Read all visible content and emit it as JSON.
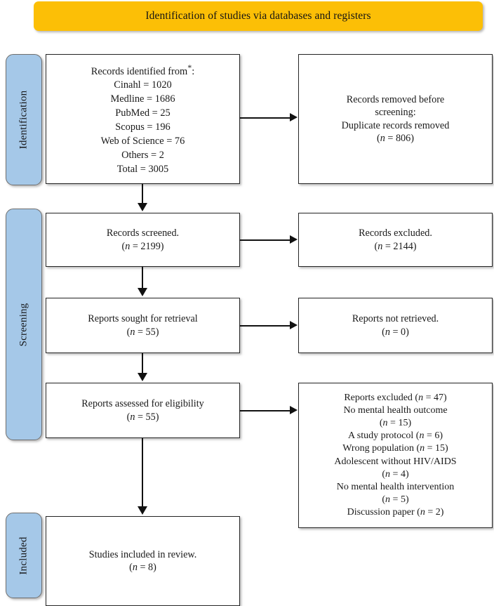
{
  "banner": {
    "title": "Identification of studies via databases and registers",
    "color": "#fcbf06"
  },
  "stages": {
    "identification": "Identification",
    "screening": "Screening",
    "included": "Included",
    "color": "#a5c8e8"
  },
  "boxes": {
    "identified": {
      "name": "records-identified",
      "lines": [
        {
          "text": "Records identified from",
          "sup": "*",
          "tail": ":"
        },
        {
          "text": "Cinahl = 1020"
        },
        {
          "text": "Medline = 1686"
        },
        {
          "text": "PubMed = 25"
        },
        {
          "text": "Scopus = 196"
        },
        {
          "text": "Web of Science = 76"
        },
        {
          "text": "Others = 2"
        },
        {
          "text": "Total = 3005"
        }
      ]
    },
    "removed": {
      "name": "records-removed",
      "lines": [
        {
          "text": "Records removed before"
        },
        {
          "text": "screening:"
        },
        {
          "text": "Duplicate records removed"
        },
        {
          "pre": "(",
          "italic": "n",
          "post": " = 806)"
        }
      ]
    },
    "screened": {
      "name": "records-screened",
      "lines": [
        {
          "text": "Records screened."
        },
        {
          "pre": "(",
          "italic": "n",
          "post": " = 2199)"
        }
      ]
    },
    "excluded": {
      "name": "records-excluded",
      "lines": [
        {
          "text": "Records excluded."
        },
        {
          "pre": "(",
          "italic": "n",
          "post": " = 2144)"
        }
      ]
    },
    "sought": {
      "name": "reports-sought",
      "lines": [
        {
          "text": "Reports sought for retrieval"
        },
        {
          "pre": "(",
          "italic": "n",
          "post": " = 55)"
        }
      ]
    },
    "notretrieved": {
      "name": "reports-not-retrieved",
      "lines": [
        {
          "text": "Reports not retrieved."
        },
        {
          "pre": "(",
          "italic": "n",
          "post": " = 0)"
        }
      ]
    },
    "assessed": {
      "name": "reports-assessed",
      "lines": [
        {
          "text": "Reports assessed for eligibility"
        },
        {
          "pre": "(",
          "italic": "n",
          "post": " = 55)"
        }
      ]
    },
    "reportsexcluded": {
      "name": "reports-excluded-reasons",
      "lines": [
        {
          "pre": "Reports excluded (",
          "italic": "n",
          "post": " = 47)"
        },
        {
          "text": "No mental health outcome"
        },
        {
          "pre": "(",
          "italic": "n",
          "post": " = 15)"
        },
        {
          "pre": "A study protocol (",
          "italic": "n",
          "post": " = 6)"
        },
        {
          "pre": "Wrong population (",
          "italic": "n",
          "post": " = 15)"
        },
        {
          "text": "Adolescent without HIV/AIDS"
        },
        {
          "pre": "(",
          "italic": "n",
          "post": " = 4)"
        },
        {
          "text": "No mental health intervention"
        },
        {
          "pre": "(",
          "italic": "n",
          "post": " = 5)"
        },
        {
          "pre": "Discussion paper (",
          "italic": "n",
          "post": " = 2)"
        }
      ]
    },
    "included": {
      "name": "studies-included",
      "lines": [
        {
          "text": "Studies included in review."
        },
        {
          "pre": "(",
          "italic": "n",
          "post": " = 8)"
        }
      ]
    }
  },
  "chart_data": {
    "type": "diagram",
    "diagram_type": "PRISMA flow diagram",
    "title": "Identification of studies via databases and registers",
    "stages": [
      "Identification",
      "Screening",
      "Included"
    ],
    "nodes": [
      {
        "id": "identified",
        "stage": "Identification",
        "column": "left",
        "label": "Records identified from*",
        "sources": {
          "Cinahl": 1020,
          "Medline": 1686,
          "PubMed": 25,
          "Scopus": 196,
          "Web of Science": 76,
          "Others": 2
        },
        "total": 3005
      },
      {
        "id": "removed",
        "stage": "Identification",
        "column": "right",
        "label": "Records removed before screening: Duplicate records removed",
        "n": 806
      },
      {
        "id": "screened",
        "stage": "Screening",
        "column": "left",
        "label": "Records screened.",
        "n": 2199
      },
      {
        "id": "excluded",
        "stage": "Screening",
        "column": "right",
        "label": "Records excluded.",
        "n": 2144
      },
      {
        "id": "sought",
        "stage": "Screening",
        "column": "left",
        "label": "Reports sought for retrieval",
        "n": 55
      },
      {
        "id": "notretrieved",
        "stage": "Screening",
        "column": "right",
        "label": "Reports not retrieved.",
        "n": 0
      },
      {
        "id": "assessed",
        "stage": "Screening",
        "column": "left",
        "label": "Reports assessed for eligibility",
        "n": 55
      },
      {
        "id": "reportsexcluded",
        "stage": "Screening",
        "column": "right",
        "label": "Reports excluded",
        "n": 47,
        "reasons": [
          {
            "reason": "No mental health outcome",
            "n": 15
          },
          {
            "reason": "A study protocol",
            "n": 6
          },
          {
            "reason": "Wrong population",
            "n": 15
          },
          {
            "reason": "Adolescent without HIV/AIDS",
            "n": 4
          },
          {
            "reason": "No mental health intervention",
            "n": 5
          },
          {
            "reason": "Discussion paper",
            "n": 2
          }
        ]
      },
      {
        "id": "included",
        "stage": "Included",
        "column": "left",
        "label": "Studies included in review.",
        "n": 8
      }
    ],
    "edges": [
      {
        "from": "identified",
        "to": "removed",
        "direction": "right"
      },
      {
        "from": "identified",
        "to": "screened",
        "direction": "down"
      },
      {
        "from": "screened",
        "to": "excluded",
        "direction": "right"
      },
      {
        "from": "screened",
        "to": "sought",
        "direction": "down"
      },
      {
        "from": "sought",
        "to": "notretrieved",
        "direction": "right"
      },
      {
        "from": "sought",
        "to": "assessed",
        "direction": "down"
      },
      {
        "from": "assessed",
        "to": "reportsexcluded",
        "direction": "right"
      },
      {
        "from": "assessed",
        "to": "included",
        "direction": "down"
      }
    ]
  }
}
